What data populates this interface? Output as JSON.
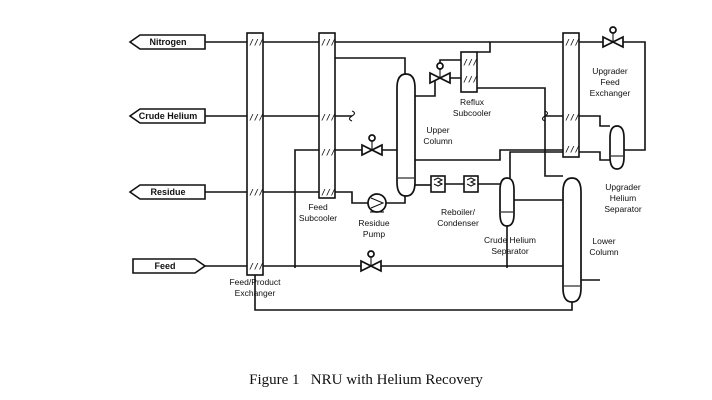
{
  "streams": {
    "nitrogen": "Nitrogen",
    "crude_helium": "Crude Helium",
    "residue": "Residue",
    "feed": "Feed"
  },
  "equipment": {
    "feed_product_exchanger": [
      "Feed/Product",
      "Exchanger"
    ],
    "feed_subcooler": [
      "Feed",
      "Subcooler"
    ],
    "residue_pump": [
      "Residue",
      "Pump"
    ],
    "upper_column": [
      "Upper",
      "Column"
    ],
    "reflux_subcooler": [
      "Reflux",
      "Subcooler"
    ],
    "reboiler_condenser": [
      "Reboiler/",
      "Condenser"
    ],
    "crude_helium_separator": [
      "Crude Helium",
      "Separator"
    ],
    "lower_column": [
      "Lower",
      "Column"
    ],
    "upgrader_feed_exchanger": [
      "Upgrader",
      "Feed",
      "Exchanger"
    ],
    "upgrader_helium_separator": [
      "Upgrader",
      "Helium",
      "Separator"
    ]
  },
  "caption": "Figure 1   NRU with Helium Recovery"
}
